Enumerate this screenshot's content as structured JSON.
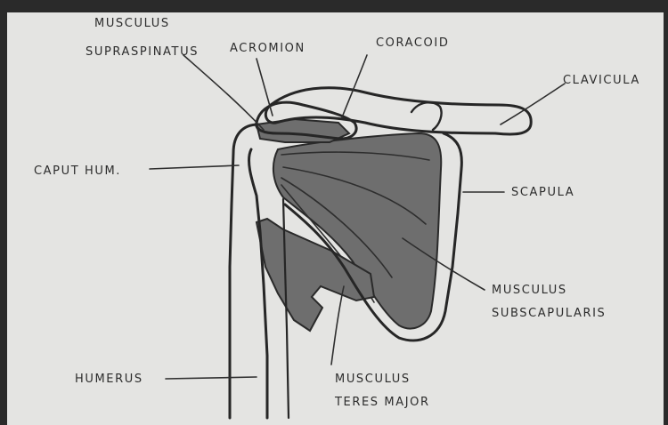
{
  "diagram": {
    "colors": {
      "paper": "#e4e4e2",
      "background": "#2a2a2a",
      "ink": "#262626",
      "muscle": "#6e6e6e"
    },
    "labels": {
      "musculus_supraspinatus_line1": "MUSCULUS",
      "musculus_supraspinatus_line2": "SUPRASPINATUS",
      "acromion": "ACROMION",
      "coracoid": "CORACOID",
      "clavicula": "CLAVICULA",
      "caput_hum": "CAPUT HUM.",
      "scapula": "SCAPULA",
      "musculus_subscapularis_line1": "MUSCULUS",
      "musculus_subscapularis_line2": "SUBSCAPULARIS",
      "humerus": "HUMERUS",
      "musculus_teres_major_line1": "MUSCULUS",
      "musculus_teres_major_line2": "TERES MAJOR"
    }
  }
}
